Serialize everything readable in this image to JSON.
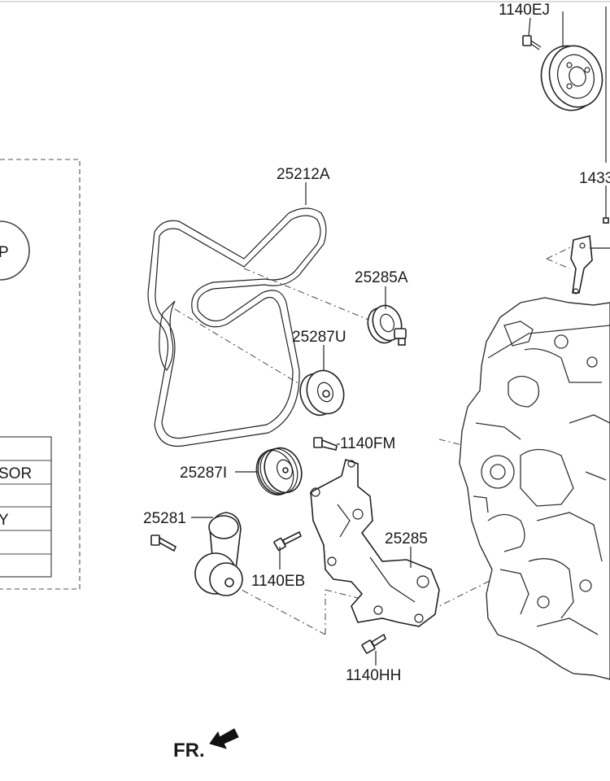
{
  "labels": {
    "p1140ej": "1140EJ",
    "p1433": "1433",
    "p25212a": "25212A",
    "p25285a": "25285A",
    "p25287u": "25287U",
    "p1140fm": "1140FM",
    "p25287i": "25287I",
    "p25281": "25281",
    "p25285": "25285",
    "p1140eb": "1140EB",
    "p1140hh": "1140HH",
    "fr": "FR."
  },
  "legend": {
    "circle_text": "P",
    "rows": [
      "",
      "SOR",
      "",
      "Y",
      "",
      ""
    ]
  },
  "colors": {
    "line": "#222222",
    "dash": "#555555",
    "text": "#1a1a1a"
  }
}
